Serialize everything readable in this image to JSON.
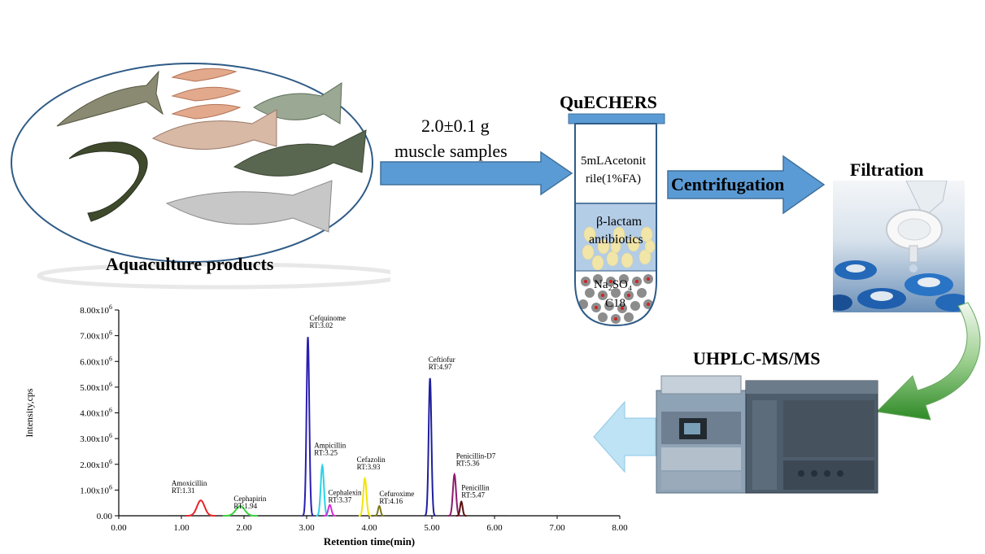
{
  "aquaculture": {
    "label": "Aquaculture products"
  },
  "sample_arrow": {
    "line1": "2.0±0.1 g",
    "line2": "muscle samples"
  },
  "tube": {
    "title": "QuECHERS",
    "top_line1": "5mLAcetonit",
    "top_line2": "rile(1%FA)",
    "mid_line1": "β-lactam",
    "mid_line2": "antibiotics",
    "bot_line1": "Na₂SO₄",
    "bot_line2": "C18"
  },
  "centrifugation": {
    "label": "Centrifugation"
  },
  "filtration": {
    "label": "Filtration"
  },
  "instrument": {
    "label": "UHPLC-MS/MS"
  },
  "colors": {
    "arrow_fill": "#5b9bd5",
    "arrow_stroke": "#41719c",
    "tube_mid": "#b4cde6",
    "bead": "#f2e5a8",
    "pellet": "#8c8c8c",
    "pellet_dot": "#d22020",
    "green_arrow": "#3d8f2c",
    "light_arrow": "#bde3f5"
  },
  "chart_data": {
    "type": "line",
    "xlabel": "Retention time(min)",
    "ylabel": "Intensity,cps",
    "xlim": [
      0,
      8
    ],
    "ylim": [
      0,
      8000000
    ],
    "x_ticks": [
      "0.00",
      "1.00",
      "2.00",
      "3.00",
      "4.00",
      "5.00",
      "6.00",
      "7.00",
      "8.00"
    ],
    "y_ticks": [
      {
        "value": 0,
        "mant": "0.00",
        "exp": ""
      },
      {
        "value": 1000000,
        "mant": "1.00x10",
        "exp": "6"
      },
      {
        "value": 2000000,
        "mant": "2.00x10",
        "exp": "6"
      },
      {
        "value": 3000000,
        "mant": "3.00x10",
        "exp": "6"
      },
      {
        "value": 4000000,
        "mant": "4.00x10",
        "exp": "6"
      },
      {
        "value": 5000000,
        "mant": "5.00x10",
        "exp": "6"
      },
      {
        "value": 6000000,
        "mant": "6.00x10",
        "exp": "6"
      },
      {
        "value": 7000000,
        "mant": "7.00x10",
        "exp": "6"
      },
      {
        "value": 8000000,
        "mant": "8.00x10",
        "exp": "6"
      }
    ],
    "series": [
      {
        "name": "Amoxicillin",
        "rt_label": "RT:1.31",
        "rt": 1.31,
        "height": 600000,
        "width": 0.06,
        "color": "#e8242b"
      },
      {
        "name": "Cephapirin",
        "rt_label": "RT:1.94",
        "rt": 1.94,
        "height": 380000,
        "width": 0.07,
        "color": "#37d33c"
      },
      {
        "name": "Cefquinome",
        "rt_label": "RT:3.02",
        "rt": 3.02,
        "height": 6950000,
        "width": 0.022,
        "color": "#2a1fb0"
      },
      {
        "name": "Ampicillin",
        "rt_label": "RT:3.25",
        "rt": 3.25,
        "height": 1950000,
        "width": 0.025,
        "color": "#2ad2e8"
      },
      {
        "name": "Cephalexin",
        "rt_label": "RT:3.37",
        "rt": 3.37,
        "height": 420000,
        "width": 0.025,
        "color": "#d62bd6"
      },
      {
        "name": "Cefazolin",
        "rt_label": "RT:3.93",
        "rt": 3.93,
        "height": 1450000,
        "width": 0.025,
        "color": "#f2e40c"
      },
      {
        "name": "Cefuroxime",
        "rt_label": "RT:4.16",
        "rt": 4.16,
        "height": 380000,
        "width": 0.02,
        "color": "#7a7a1e"
      },
      {
        "name": "Ceftiofur",
        "rt_label": "RT:4.97",
        "rt": 4.97,
        "height": 5350000,
        "width": 0.022,
        "color": "#1f1f9e"
      },
      {
        "name": "Penicillin-D7",
        "rt_label": "RT:5.36",
        "rt": 5.36,
        "height": 1600000,
        "width": 0.025,
        "color": "#8c1a6e"
      },
      {
        "name": "Penicillin",
        "rt_label": "RT:5.47",
        "rt": 5.47,
        "height": 550000,
        "width": 0.02,
        "color": "#5a0f0f"
      }
    ]
  }
}
